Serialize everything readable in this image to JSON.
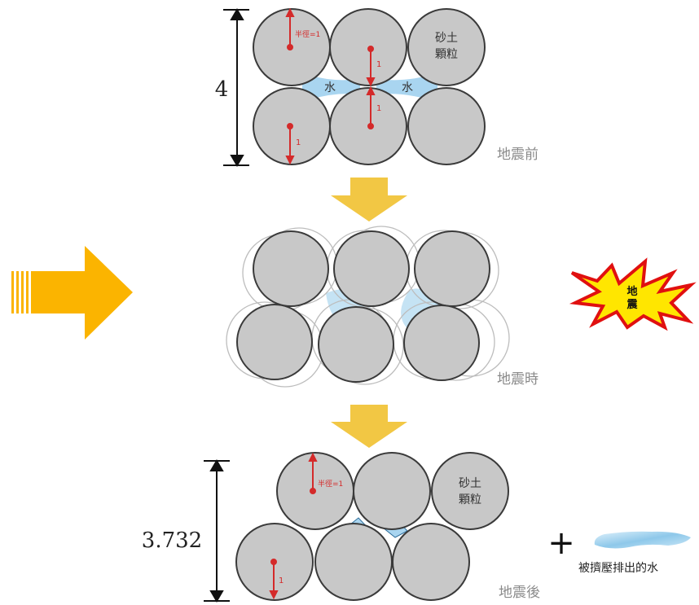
{
  "stages": {
    "before": {
      "caption": "地震前",
      "height_value": "4",
      "grain_label_line1": "砂土",
      "grain_label_line2": "顆粒",
      "water_left": "水",
      "water_right": "水",
      "radius_note": "半徑=1",
      "unit_a": "1",
      "unit_b": "1",
      "unit_c": "1"
    },
    "during": {
      "caption": "地震時"
    },
    "after": {
      "caption": "地震後",
      "height_value": "3.732",
      "grain_label_line1": "砂土",
      "grain_label_line2": "顆粒",
      "radius_note": "半徑=1",
      "unit_a": "1",
      "expelled_water": "被擠壓排出的水",
      "plus_sign": "+"
    }
  },
  "earthquake_badge": {
    "line1": "地",
    "line2": "震"
  },
  "colors": {
    "grain_fill": "#c8c8c8",
    "grain_stroke": "#3a3a3a",
    "water": "#a8d4ef",
    "measure_red": "#d42a2a",
    "down_arrow": "#f2c744",
    "side_arrow": "#fbb400",
    "badge_fill": "#ffe600",
    "badge_stroke": "#e01010",
    "caption_gray": "#8a8a8a"
  }
}
